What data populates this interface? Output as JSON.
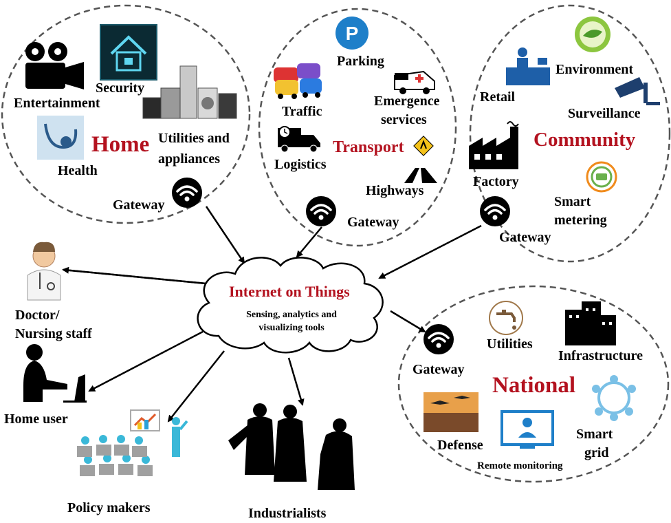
{
  "colors": {
    "accent_red": "#b3121f",
    "dash": "#555555",
    "icon_black": "#000000",
    "icon_blue": "#1e7fc9"
  },
  "center": {
    "title": "Internet on Things",
    "subtitle_line1": "Sensing, analytics and",
    "subtitle_line2": "visualizing tools"
  },
  "home": {
    "title": "Home",
    "labels": {
      "entertainment": "Entertainment",
      "security": "Security",
      "utilities_line1": "Utilities and",
      "utilities_line2": "appliances",
      "health": "Health",
      "gateway": "Gateway"
    }
  },
  "transport": {
    "title": "Transport",
    "labels": {
      "parking": "Parking",
      "traffic": "Traffic",
      "emergence_line1": "Emergence",
      "emergence_line2": "services",
      "logistics": "Logistics",
      "highways": "Highways",
      "gateway": "Gateway"
    }
  },
  "community": {
    "title": "Community",
    "labels": {
      "retail": "Retail",
      "environment": "Environment",
      "surveillance": "Surveillance",
      "factory": "Factory",
      "smart_line1": "Smart",
      "smart_line2": "metering",
      "gateway": "Gateway"
    }
  },
  "national": {
    "title": "National",
    "labels": {
      "gateway": "Gateway",
      "utilities": "Utilities",
      "infrastructure": "Infrastructure",
      "defense": "Defense",
      "remote": "Remote monitoring",
      "smart_line1": "Smart",
      "smart_line2": "grid"
    }
  },
  "stakeholders": {
    "doctor_line1": "Doctor/",
    "doctor_line2": "Nursing staff",
    "home_user": "Home user",
    "policy_makers": "Policy makers",
    "industrialists": "Industrialists"
  }
}
